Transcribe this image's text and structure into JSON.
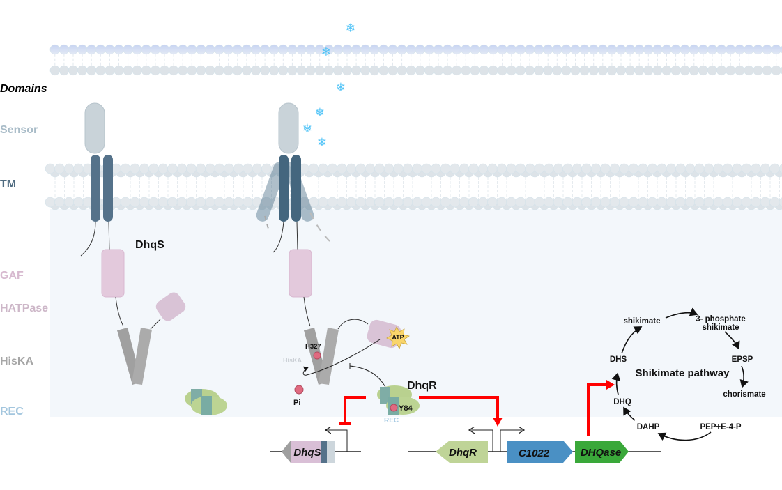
{
  "domains": {
    "heading": "Domains",
    "items": [
      {
        "key": "sensor",
        "label": "Sensor",
        "color": "#a9bcc8"
      },
      {
        "key": "tm",
        "label": "TM",
        "color": "#4f6b80"
      },
      {
        "key": "gaf",
        "label": "GAF",
        "color": "#d7b9cf"
      },
      {
        "key": "hatpase",
        "label": "HATPase",
        "color": "#cdb7c8"
      },
      {
        "key": "hiska",
        "label": "HisKA",
        "color": "#a6a6a6"
      },
      {
        "key": "rec",
        "label": "REC",
        "color": "#a3c6de"
      }
    ]
  },
  "proteins": {
    "dhqs_label": "DhqS",
    "dhqr_label": "DhqR",
    "h327": "H327",
    "hiska_small": "HisKA",
    "atp": "ATP",
    "pi": "Pi",
    "y84": "Y84",
    "rec_small": "REC"
  },
  "genes": {
    "dhqs": "DhqS",
    "dhqr": "DhqR",
    "c1022": "C1022",
    "dhqase": "DHQase",
    "colors": {
      "dhqs": "#d9bfd6",
      "dhqr": "#bfd497",
      "c1022": "#4a90c4",
      "dhqase": "#3aa83a",
      "regulation": "#ff0000"
    }
  },
  "pathway": {
    "title": "Shikimate pathway",
    "nodes": {
      "shikimate": "shikimate",
      "s3p_line1": "3- phosphate",
      "s3p_line2": "shikimate",
      "epsp": "EPSP",
      "chorismate": "chorismate",
      "pep_e4p": "PEP+E-4-P",
      "dahp": "DAHP",
      "dhq": "DHQ",
      "dhs": "DHS"
    }
  },
  "stimulus": {
    "icon": "snowflake-icon",
    "glyph": "❄",
    "color": "#4fc3f7"
  }
}
